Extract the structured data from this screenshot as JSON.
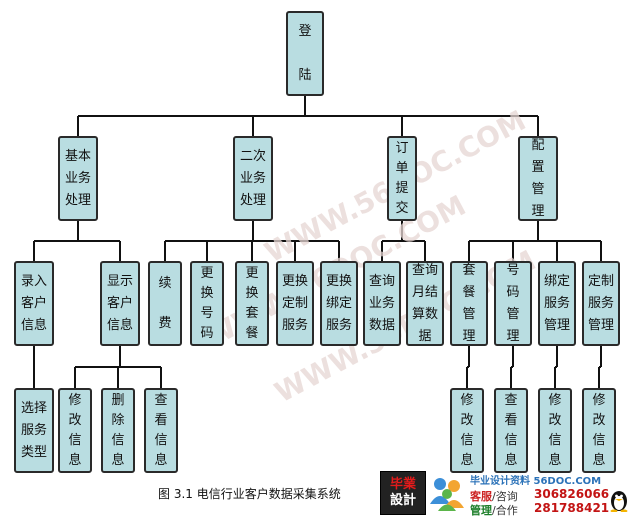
{
  "diagram": {
    "nodes": [
      {
        "id": "root",
        "label": "登\n\n陆"
      },
      {
        "id": "basic",
        "label": "基本\n业务\n处理"
      },
      {
        "id": "secondary",
        "label": "二次\n业务\n处理"
      },
      {
        "id": "order",
        "label": "订\n单\n提\n交"
      },
      {
        "id": "config",
        "label": "配\n置\n管\n理"
      },
      {
        "id": "input",
        "label": "录入\n客户\n信息"
      },
      {
        "id": "display",
        "label": "显示\n客户\n信息"
      },
      {
        "id": "renew",
        "label": "续\n\n费"
      },
      {
        "id": "change-number",
        "label": "更\n换\n号\n码"
      },
      {
        "id": "change-package",
        "label": "更\n换\n套\n餐"
      },
      {
        "id": "change-custom",
        "label": "更换\n定制\n服务"
      },
      {
        "id": "change-bind",
        "label": "更换\n绑定\n服务"
      },
      {
        "id": "query-business",
        "label": "查询\n业务\n数据"
      },
      {
        "id": "query-monthly",
        "label": "查询\n月结\n算数\n据"
      },
      {
        "id": "package-mgmt",
        "label": "套\n餐\n管\n理"
      },
      {
        "id": "number-mgmt",
        "label": "号\n码\n管\n理"
      },
      {
        "id": "bind-mgmt",
        "label": "绑定\n服务\n管理"
      },
      {
        "id": "custom-mgmt",
        "label": "定制\n服务\n管理"
      },
      {
        "id": "select-service",
        "label": "选择\n服务\n类型"
      },
      {
        "id": "modify-info",
        "label": "修\n改\n信\n息"
      },
      {
        "id": "delete-info",
        "label": "删\n除\n信\n息"
      },
      {
        "id": "view-info",
        "label": "查\n看\n信\n息"
      },
      {
        "id": "package-modify",
        "label": "修\n改\n信\n息"
      },
      {
        "id": "number-view",
        "label": "查\n看\n信\n息"
      },
      {
        "id": "bind-modify",
        "label": "修\n改\n信\n息"
      },
      {
        "id": "custom-modify",
        "label": "修\n改\n信\n息"
      }
    ],
    "edges": [
      [
        "root",
        "basic"
      ],
      [
        "root",
        "secondary"
      ],
      [
        "root",
        "order"
      ],
      [
        "root",
        "config"
      ],
      [
        "basic",
        "input"
      ],
      [
        "basic",
        "display"
      ],
      [
        "secondary",
        "renew"
      ],
      [
        "secondary",
        "change-number"
      ],
      [
        "secondary",
        "change-package"
      ],
      [
        "secondary",
        "change-custom"
      ],
      [
        "secondary",
        "change-bind"
      ],
      [
        "order",
        "query-business"
      ],
      [
        "order",
        "query-monthly"
      ],
      [
        "config",
        "package-mgmt"
      ],
      [
        "config",
        "number-mgmt"
      ],
      [
        "config",
        "bind-mgmt"
      ],
      [
        "config",
        "custom-mgmt"
      ],
      [
        "input",
        "select-service"
      ],
      [
        "display",
        "modify-info"
      ],
      [
        "display",
        "delete-info"
      ],
      [
        "display",
        "view-info"
      ],
      [
        "package-mgmt",
        "package-modify"
      ],
      [
        "number-mgmt",
        "number-view"
      ],
      [
        "bind-mgmt",
        "bind-modify"
      ],
      [
        "custom-mgmt",
        "custom-modify"
      ]
    ],
    "caption": "图 3.1 电信行业客户数据采集系统"
  },
  "watermarks": [
    "WWW.56DOC.COM",
    "WWW.56DOC.COM",
    "WWW.56DOC.COM"
  ],
  "footer": {
    "logo_line1": "毕業",
    "logo_line2": "設計",
    "site": "毕业设计资料 56DOC.COM",
    "line1_label": "客服",
    "line1_suffix": "/咨询",
    "line1_number": "306826066",
    "line2_label": "管理",
    "line2_suffix": "/合作",
    "line2_number": "281788421"
  }
}
